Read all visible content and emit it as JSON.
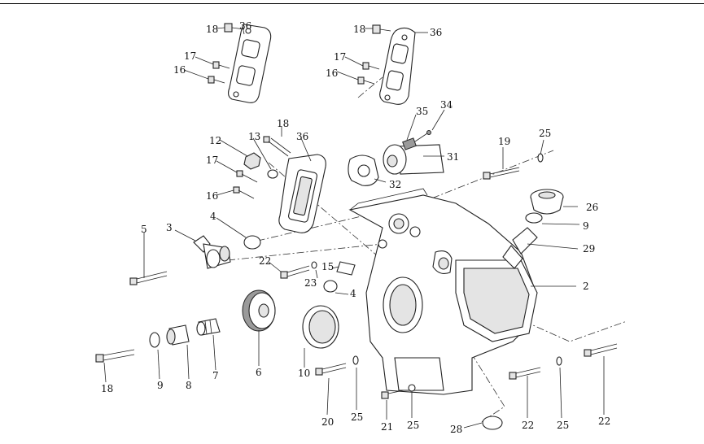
{
  "callouts": [
    {
      "id": "c1",
      "text": "18"
    },
    {
      "id": "c2",
      "text": "36"
    },
    {
      "id": "c3",
      "text": "17"
    },
    {
      "id": "c4",
      "text": "16"
    },
    {
      "id": "c5",
      "text": "18"
    },
    {
      "id": "c6",
      "text": "36"
    },
    {
      "id": "c7",
      "text": "17"
    },
    {
      "id": "c8",
      "text": "16"
    },
    {
      "id": "c9",
      "text": "35"
    },
    {
      "id": "c10",
      "text": "34"
    },
    {
      "id": "c11",
      "text": "31"
    },
    {
      "id": "c12",
      "text": "32"
    },
    {
      "id": "c13",
      "text": "18"
    },
    {
      "id": "c14",
      "text": "13"
    },
    {
      "id": "c15",
      "text": "12"
    },
    {
      "id": "c16",
      "text": "36"
    },
    {
      "id": "c17",
      "text": "17"
    },
    {
      "id": "c18",
      "text": "16"
    },
    {
      "id": "c19",
      "text": "19"
    },
    {
      "id": "c20",
      "text": "25"
    },
    {
      "id": "c21",
      "text": "26"
    },
    {
      "id": "c22",
      "text": "9"
    },
    {
      "id": "c23",
      "text": "29"
    },
    {
      "id": "c24",
      "text": "2"
    },
    {
      "id": "c25",
      "text": "5"
    },
    {
      "id": "c26",
      "text": "3"
    },
    {
      "id": "c27",
      "text": "4"
    },
    {
      "id": "c28",
      "text": "22"
    },
    {
      "id": "c29",
      "text": "15"
    },
    {
      "id": "c30",
      "text": "23"
    },
    {
      "id": "c31",
      "text": "4"
    },
    {
      "id": "c32",
      "text": "18"
    },
    {
      "id": "c33",
      "text": "9"
    },
    {
      "id": "c34",
      "text": "8"
    },
    {
      "id": "c35",
      "text": "7"
    },
    {
      "id": "c36",
      "text": "6"
    },
    {
      "id": "c37",
      "text": "10"
    },
    {
      "id": "c38",
      "text": "20"
    },
    {
      "id": "c39",
      "text": "25"
    },
    {
      "id": "c40",
      "text": "21"
    },
    {
      "id": "c41",
      "text": "25"
    },
    {
      "id": "c42",
      "text": "28"
    },
    {
      "id": "c43",
      "text": "22"
    },
    {
      "id": "c44",
      "text": "25"
    },
    {
      "id": "c45",
      "text": "22"
    }
  ]
}
